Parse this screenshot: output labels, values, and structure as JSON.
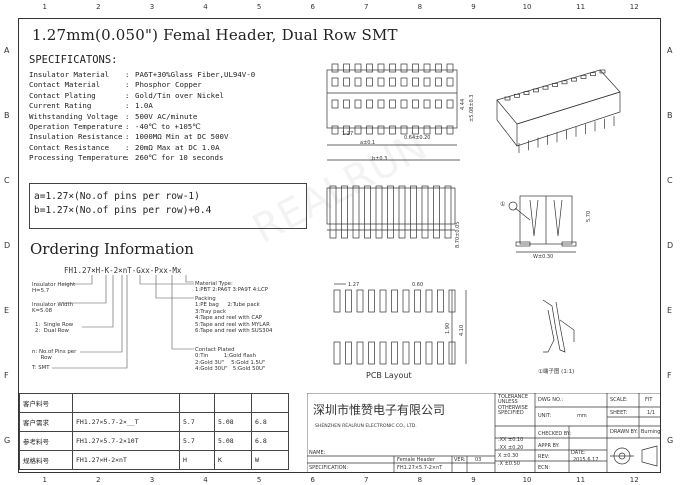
{
  "title": "1.27mm(0.050\") Femal Header, Dual Row SMT",
  "grid": {
    "cols": [
      "1",
      "2",
      "3",
      "4",
      "5",
      "6",
      "7",
      "8",
      "9",
      "10",
      "11",
      "12"
    ],
    "rows": [
      "A",
      "B",
      "C",
      "D",
      "E",
      "F",
      "G"
    ]
  },
  "specs": {
    "heading": "SPECIFICATONS:",
    "items": [
      {
        "label": "Insulator Material",
        "value": "PA6T+30%Glass Fiber,UL94V-0"
      },
      {
        "label": "Contact Material",
        "value": "Phosphor Copper"
      },
      {
        "label": "Contact Plating",
        "value": "Gold/Tin over Nickel"
      },
      {
        "label": "Current Rating",
        "value": "1.0A"
      },
      {
        "label": "Withstanding Voltage",
        "value": "500V AC/minute"
      },
      {
        "label": "Operation Temperature",
        "value": "-40℃ to +105℃"
      },
      {
        "label": "Insulation Resistance",
        "value": "1000MΩ Min at DC 500V"
      },
      {
        "label": "Contact Resistance",
        "value": "20mΩ Max at DC 1.0A"
      },
      {
        "label": "Processing Temperature",
        "value": "260℃ for 10 seconds"
      }
    ]
  },
  "formula": {
    "a": "a=1.27×(No.of pins per row-1)",
    "b": "b=1.27×(No.of pins per row)+0.4"
  },
  "ordering": {
    "title": "Ordering Information",
    "part_number": "FH1.27×H-K-2×nT-Gxx-Pxx-Mx",
    "insulator_height": "Insulator Height\nH=5.7",
    "insulator_width": "Insulator Width\nK=5.08",
    "rows": "1:  Single Row\n2:  Dual Row",
    "pins": "n: No.of Pins per\n     Row",
    "smt": "T: SMT",
    "material": "Material Type:\n1:PBT 2:PA6T 3:PA9T 4:LCP",
    "packing": "Packing\n1:PE bag     2:Tube pack\n3:Tray pack\n4:Tape and reel with CAP\n5:Tape and reel with MYLAR\n6:Tape and reel with SUS304",
    "plating": "Contact Plated\n0:Tin         1:Gold flash\n2:Gold 3U\"    5:Gold 1.5U\"\n4:Gold 30U\"   5:Gold 50U\""
  },
  "drawing": {
    "dim_a": "a±0.1",
    "dim_b": "b±0.3",
    "dim_127": "1.27",
    "dim_064": "0.64±0.20",
    "dim_444": "4.44",
    "dim_width": "±5.08±0.3",
    "dim_h": "5.70",
    "dim_w30": "W±0.30",
    "dim_7": "8.70±0.05",
    "pcb_127": "1.27",
    "pcb_060": "0.60",
    "pcb_190": "1.90",
    "pcb_410": "4.10",
    "pcb_label": "PCB Layout",
    "detail_label": "①端子图 (1:1)",
    "detail_marker": "①"
  },
  "bom": {
    "rows": [
      {
        "k": "客户料号",
        "pn": "",
        "h": "",
        "w": "",
        "n": ""
      },
      {
        "k": "客户需求",
        "pn": "FH1.27×5.7-2×__T",
        "h": "5.7",
        "w": "5.08",
        "n": "6.8"
      },
      {
        "k": "参考料号",
        "pn": "FH1.27×5.7-2×10T",
        "h": "5.7",
        "w": "5.08",
        "n": "6.8"
      },
      {
        "k": "规格料号",
        "pn": "FH1.27×H-2×nT",
        "h": "H",
        "w": "K",
        "n": "W"
      }
    ]
  },
  "titleblock": {
    "company_cn": "深圳市惟赞电子有限公司",
    "company_en": "SHENZHEN REALRUN ELECTRONIC CO., LTD.",
    "tolerance": "TOLERANCE\nUNLESS\nOTHERWISE\nSPECIFIED",
    "tol1": ".XX  ±0.10",
    "tol2": ".XX  ±0.20",
    "tol3": "X    ±0.30",
    "tol4": ".X   ±0.50",
    "dwg_no": "DWG NO.:",
    "scale": "SCALE:",
    "scale_val": "FIT",
    "unit": "UNIT:",
    "unit_val": "mm",
    "sheet": "SHEET:",
    "sheet_val": "1/1",
    "checked": "CHECKED BY:",
    "drawn": "DRAWN BY:",
    "drawn_val": "Burning",
    "appr": "APPR BY:",
    "date": "DATE:",
    "date_val": "2015.6.17",
    "rev": "REV:",
    "ecn": "ECN:",
    "ver": "VER:",
    "ver_val": "03",
    "product": "Female Header",
    "name": "NAME:",
    "spec": "SPECIFICATION:",
    "spec_val": "FH1.27×5.7-2×nT"
  },
  "watermark": "REALRUN",
  "colors": {
    "line": "#333333",
    "watermark": "#000000"
  }
}
